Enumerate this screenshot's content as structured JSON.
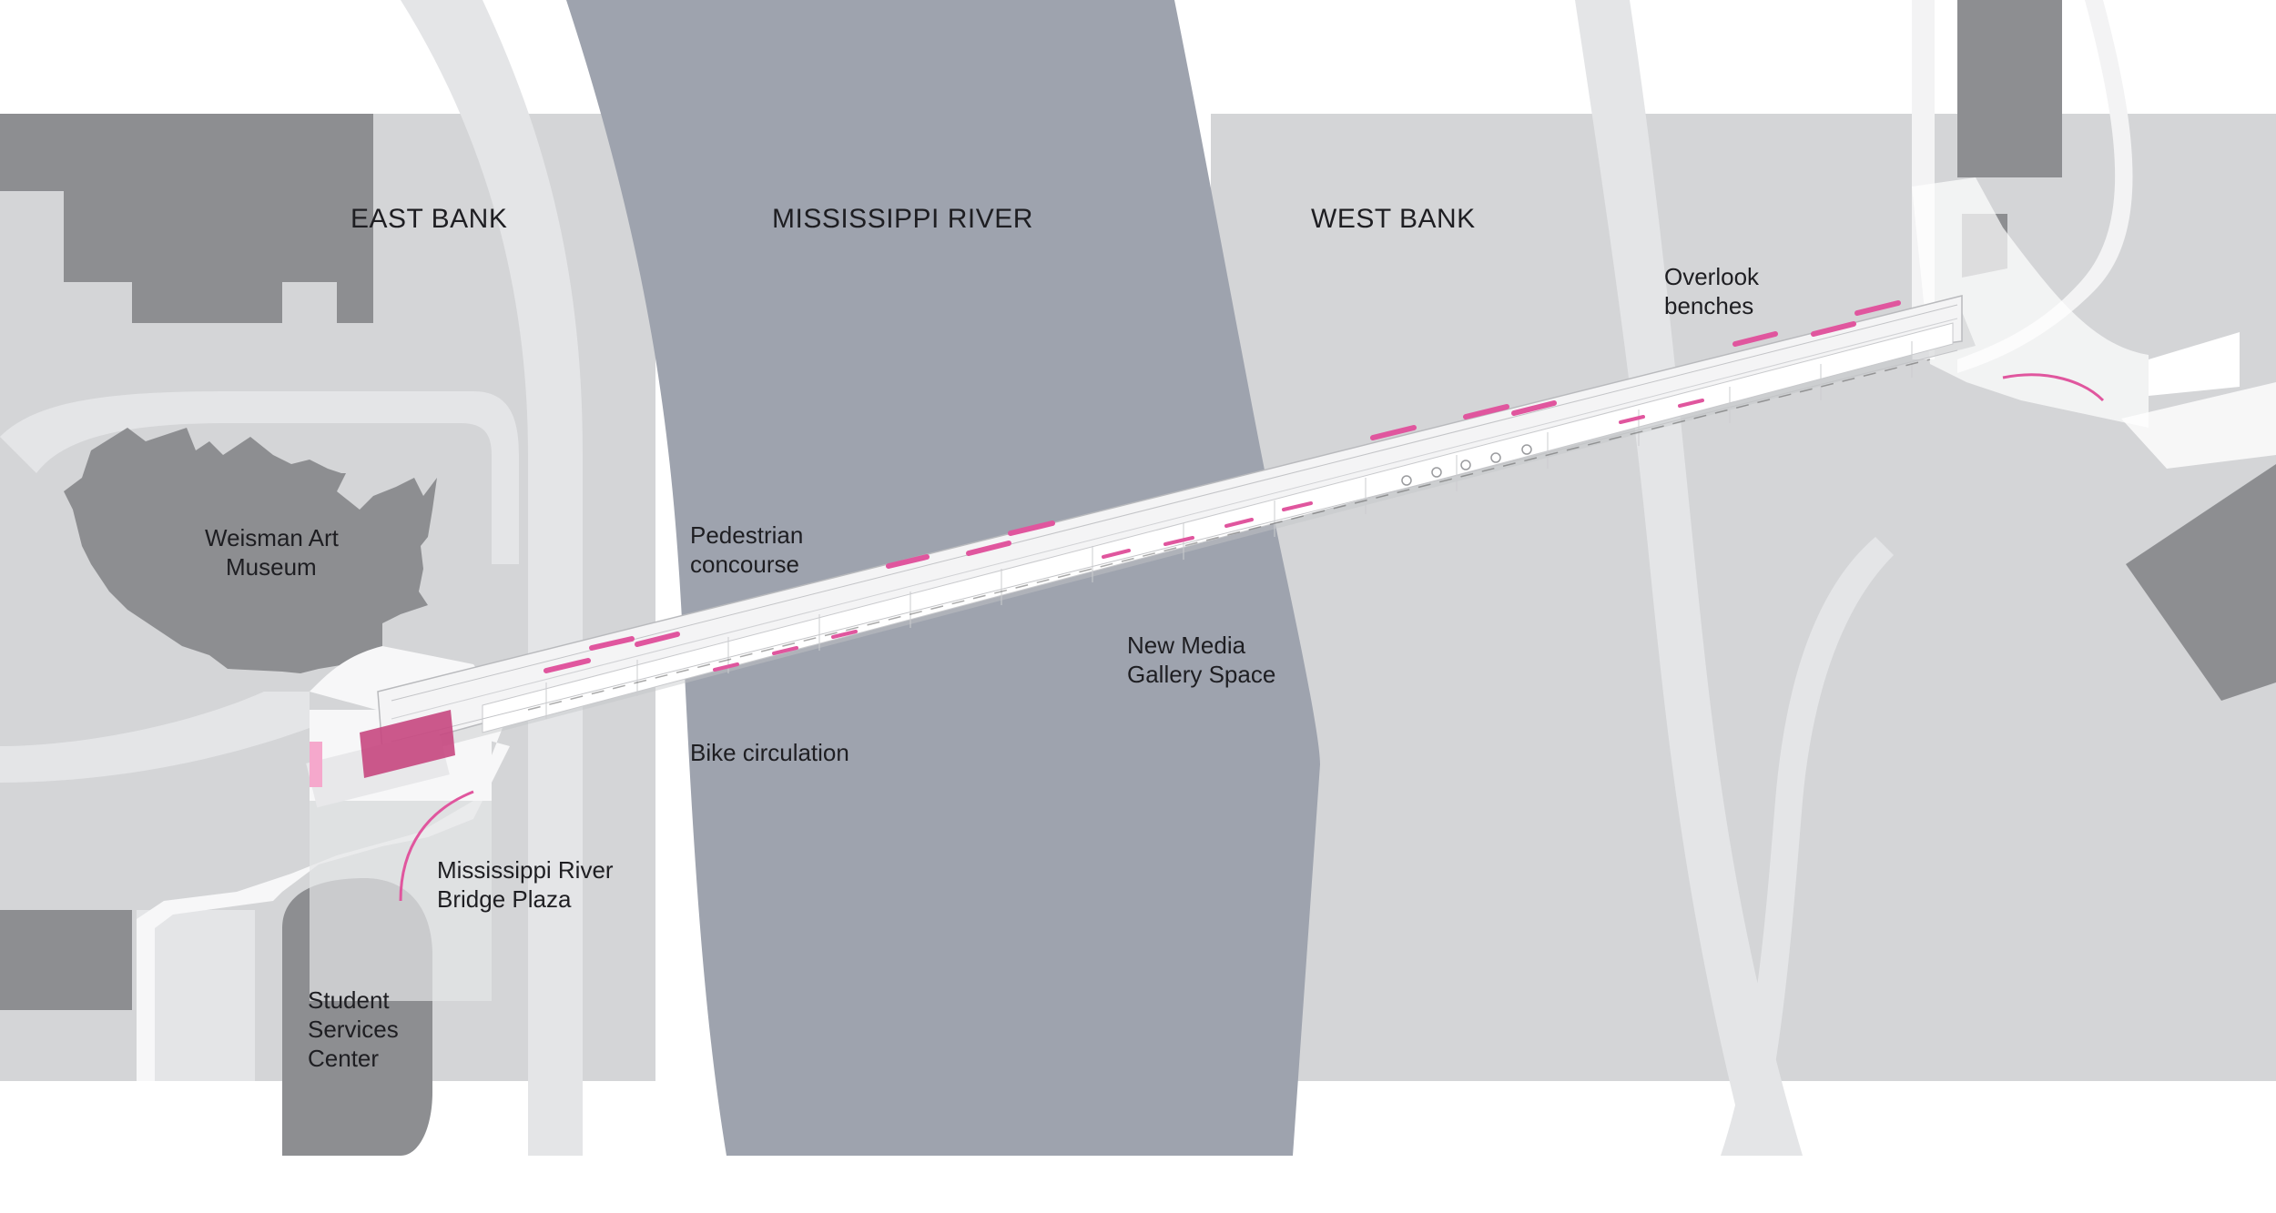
{
  "map": {
    "region_labels": {
      "east_bank": "EAST BANK",
      "river": "MISSISSIPPI RIVER",
      "west_bank": "WEST BANK"
    },
    "building_labels": {
      "weisman_line1": "Weisman Art",
      "weisman_line2": "Museum",
      "student_line1": "Student",
      "student_line2": "Services",
      "student_line3": "Center"
    },
    "feature_labels": {
      "pedestrian_line1": "Pedestrian",
      "pedestrian_line2": "concourse",
      "bike": "Bike circulation",
      "gallery_line1": "New Media",
      "gallery_line2": "Gallery Space",
      "overlook_line1": "Overlook",
      "overlook_line2": "benches",
      "plaza_line1": "Mississippi River",
      "plaza_line2": "Bridge Plaza"
    },
    "colors": {
      "background": "#ffffff",
      "land": "#d4d5d7",
      "path": "#e4e5e7",
      "building": "#8d8e91",
      "river": "#9ea3ae",
      "deck": "#f4f4f5",
      "accent": "#e0569e"
    }
  }
}
